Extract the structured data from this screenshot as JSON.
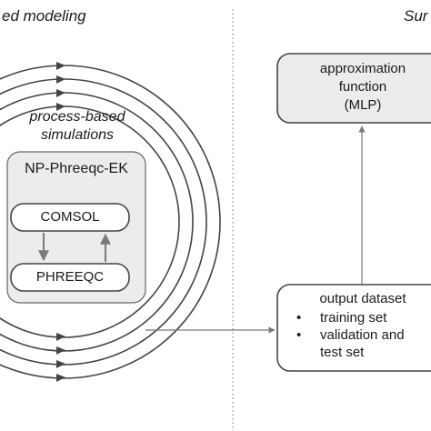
{
  "headings": {
    "left": "ed modeling",
    "right": "Sur"
  },
  "process_based": {
    "line1": "process-based",
    "line2": "simulations"
  },
  "np_phreeqc_ek": {
    "label": "NP-Phreeqc-EK"
  },
  "comsol": {
    "label": "COMSOL"
  },
  "phreeqc": {
    "label": "PHREEQC"
  },
  "approximation": {
    "line1": "approximation",
    "line2": "function",
    "line3": "(MLP)"
  },
  "output_dataset": {
    "title": "output dataset",
    "bullet": "•",
    "items": [
      "training set",
      "validation and",
      "test set"
    ]
  },
  "colors": {
    "box_fill": "#ececec",
    "stroke": "#444444",
    "arrow": "#7a7a7a",
    "divider": "#8a8a8a"
  }
}
